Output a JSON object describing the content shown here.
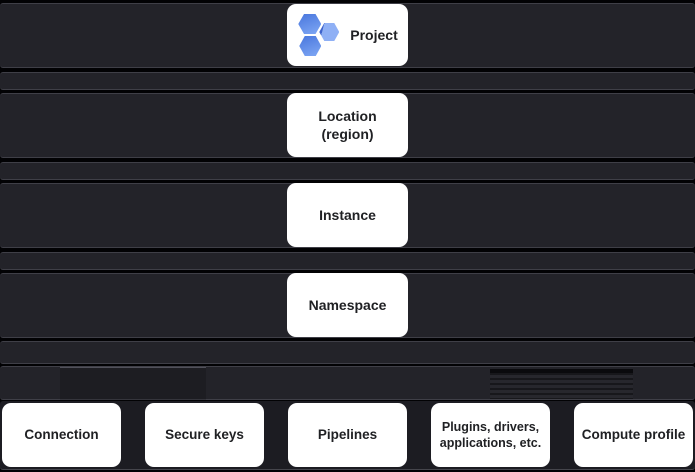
{
  "hierarchy": {
    "levels": [
      {
        "id": "project",
        "label": "Project",
        "icon": "project-hexagons-icon"
      },
      {
        "id": "location",
        "label": "Location\n(region)"
      },
      {
        "id": "instance",
        "label": "Instance"
      },
      {
        "id": "namespace",
        "label": "Namespace"
      }
    ],
    "children": [
      {
        "id": "connection",
        "label": "Connection"
      },
      {
        "id": "secure-keys",
        "label": "Secure keys"
      },
      {
        "id": "pipelines",
        "label": "Pipelines"
      },
      {
        "id": "plugins",
        "label": "Plugins, drivers,\napplications, etc."
      },
      {
        "id": "compute-profile",
        "label": "Compute profile"
      }
    ]
  },
  "colors": {
    "background": "#020204",
    "band_fill": "#232329",
    "band_edge": "#3f3f47",
    "bottom_row_fill": "#1c1c22",
    "card_background": "#ffffff",
    "card_text": "#202124",
    "hexagon_blue": "#4e7bdf",
    "hexagon_blue_light": "#8fb0f5",
    "hexagon_blue_dark": "#3e63cc"
  }
}
